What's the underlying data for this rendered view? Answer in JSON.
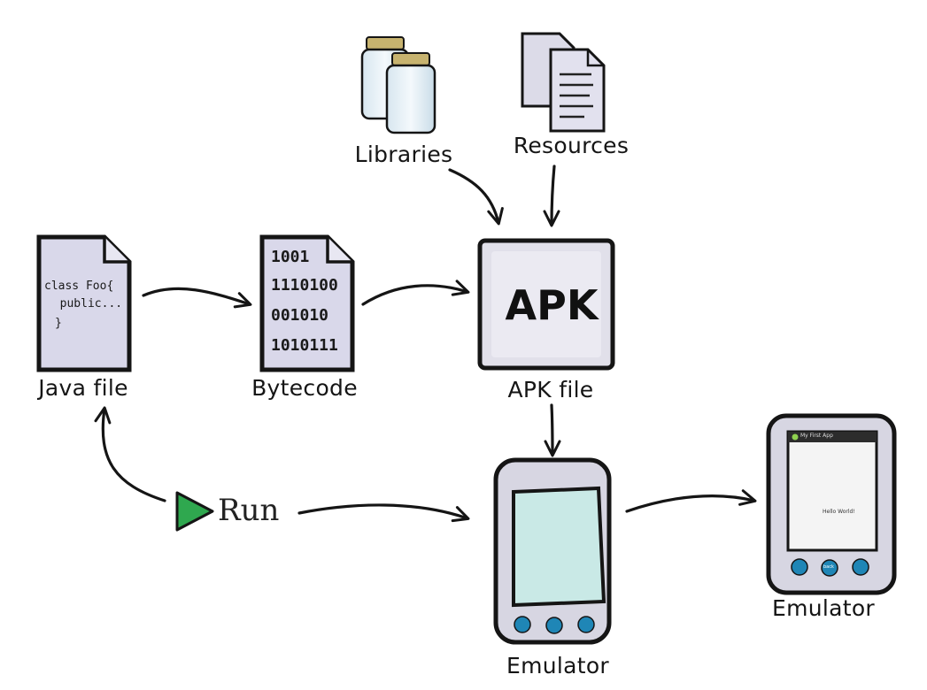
{
  "nodes": {
    "libraries": {
      "label": "Libraries",
      "icon": "jars-icon"
    },
    "resources": {
      "label": "Resources",
      "icon": "documents-icon"
    },
    "java_file": {
      "label": "Java file",
      "icon": "java-file-icon",
      "code_lines": [
        "class Foo{",
        "  public...",
        "}"
      ]
    },
    "bytecode": {
      "label": "Bytecode",
      "icon": "bytecode-file-icon",
      "code_lines": [
        "1001",
        "1110100",
        "001010",
        "1010111"
      ]
    },
    "apk": {
      "label": "APK file",
      "box_text": "APK"
    },
    "run": {
      "label": "Run",
      "icon": "play-icon"
    },
    "emulator_a": {
      "label": "Emulator",
      "icon": "emulator-device-icon"
    },
    "emulator_b": {
      "label": "Emulator",
      "icon": "emulator-running-icon",
      "app_title": "My First App",
      "screen_text": "Hello World!",
      "nav_buttons": [
        "",
        "back",
        ""
      ]
    }
  },
  "colors": {
    "paper": "#d9d8ea",
    "screen": "#c9e9e6",
    "play": "#2fa84f",
    "button": "#1f86b6",
    "stroke": "#151515"
  }
}
